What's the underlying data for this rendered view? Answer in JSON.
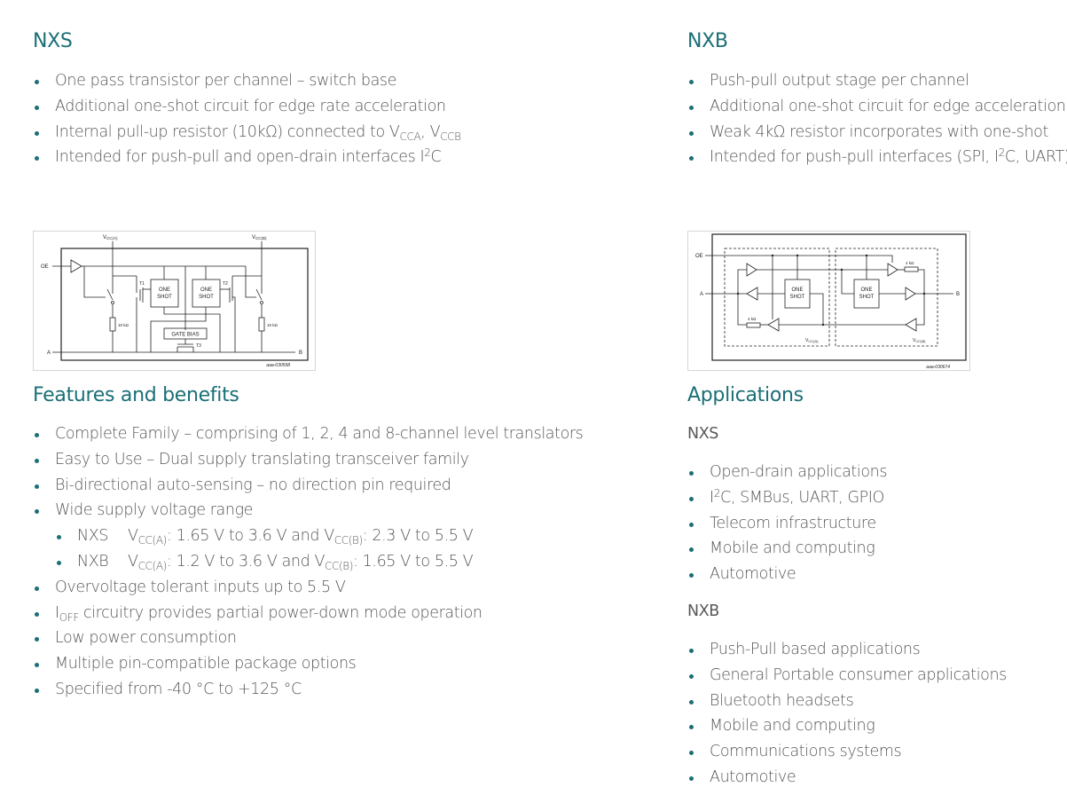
{
  "nxs": {
    "title": "NXS",
    "bullets": [
      "One pass transistor per channel – switch base",
      "Additional one-shot circuit for edge rate acceleration",
      {
        "text": "Internal pull-up resistor (10kΩ) connected to V",
        "sub1": "CCA",
        "mid": ", V",
        "sub2": "CCB"
      },
      {
        "text": "Intended for push-pull and open-drain interfaces I",
        "sup": "2",
        "after": "C"
      }
    ]
  },
  "nxb": {
    "title": "NXB",
    "bullets": [
      "Push-pull output stage per channel",
      "Additional one-shot circuit for edge acceleration",
      "Weak 4kΩ resistor incorporates with one-shot",
      {
        "text": "Intended for push-pull interfaces (SPI, I",
        "sup": "2",
        "after": "C, UART)"
      }
    ]
  },
  "diagram_nxs": {
    "vcca": "V",
    "vcca_sub": "CC(A)",
    "vccb": "V",
    "vccb_sub": "CC(B)",
    "oe": "OE",
    "a": "A",
    "b": "B",
    "t1": "T1",
    "t2": "T2",
    "t3": "T3",
    "one": "ONE",
    "shot": "SHOT",
    "gate_bias": "GATE BIAS",
    "res": "10 kΩ",
    "id": "aaa-030598"
  },
  "diagram_nxb": {
    "oe": "OE",
    "a": "A",
    "b": "B",
    "one": "ONE",
    "shot": "SHOT",
    "res": "4 kΩ",
    "vcca": "V",
    "vcca_sub": "CC(A)",
    "vccb": "V",
    "vccb_sub": "CC(B)",
    "id": "aaa-030674"
  },
  "features": {
    "title": "Features and benefits",
    "items": [
      "Complete Family – comprising of 1, 2, 4 and 8-channel level translators",
      "Easy to Use – Dual supply translating transceiver family",
      "Bi-directional auto-sensing – no direction pin required",
      "Wide supply voltage range"
    ],
    "sub": [
      {
        "tag": "NXS",
        "v1": "V",
        "s1": "CC(A)",
        "r1": ": 1.65 V to 3.6 V and V",
        "s2": "CC(B)",
        "r2": ": 2.3 V to 5.5 V"
      },
      {
        "tag": "NXB",
        "v1": "V",
        "s1": "CC(A)",
        "r1": ": 1.2 V to 3.6 V and V",
        "s2": "CC(B)",
        "r2": ": 1.65 V to 5.5 V"
      }
    ],
    "items2": [
      "Overvoltage tolerant inputs up to 5.5 V",
      {
        "pre": "I",
        "sub": "OFF",
        "text": " circuitry provides partial power-down mode operation"
      },
      "Low power consumption",
      "Multiple pin-compatible package options",
      "Specified from -40 °C to +125 °C"
    ]
  },
  "applications": {
    "title": "Applications",
    "nxs_label": "NXS",
    "nxs_items": [
      "Open-drain applications",
      {
        "pre": "I",
        "sup": "2",
        "text": "C, SMBus, UART, GPIO"
      },
      "Telecom infrastructure",
      "Mobile and computing",
      "Automotive"
    ],
    "nxb_label": "NXB",
    "nxb_items": [
      "Push-Pull based applications",
      "General Portable consumer applications",
      "Bluetooth headsets",
      "Mobile and computing",
      "Communications systems",
      "Automotive"
    ]
  },
  "colors": {
    "accent": "#1b6f76",
    "text": "#585858"
  }
}
